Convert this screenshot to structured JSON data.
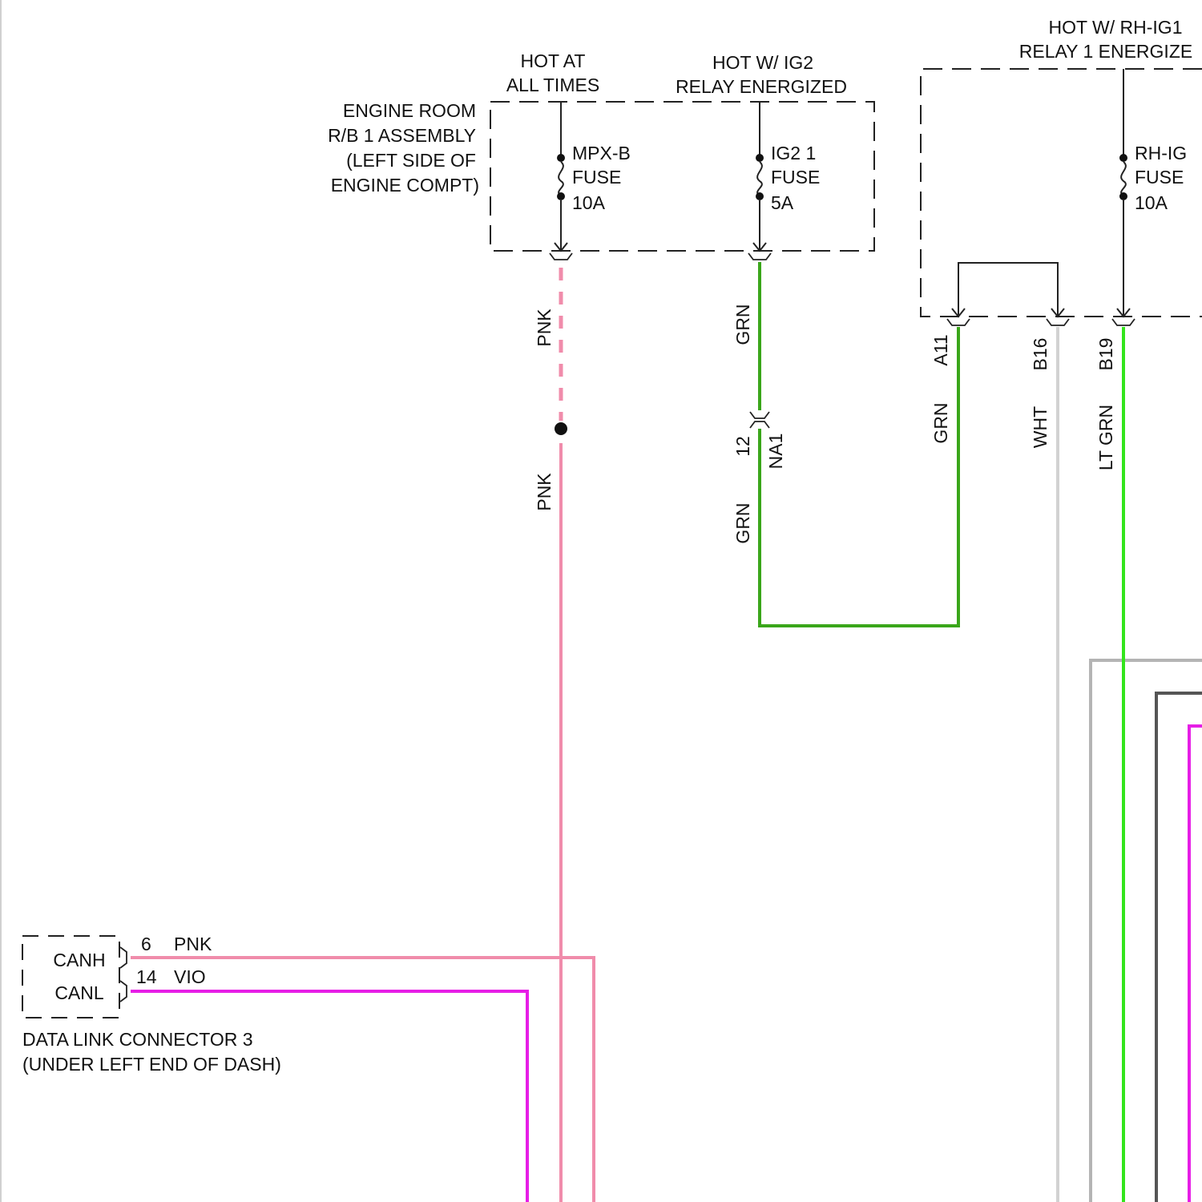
{
  "colors": {
    "pnk": "#f08cab",
    "grn": "#3aa61a",
    "lt_grn": "#33e51c",
    "wht": "#d2d2d2",
    "vio": "#e61ee6",
    "gray": "#b4b4b4",
    "dark_gray": "#555555",
    "black": "#222222"
  },
  "icons": {
    "fuse": "fuse-icon",
    "connector": "connector-icon",
    "splice": "splice-dot-icon"
  },
  "power_labels": {
    "hot_at_all_times": [
      "HOT AT",
      "ALL TIMES"
    ],
    "hot_ig2": [
      "HOT W/ IG2",
      "RELAY ENERGIZED"
    ],
    "hot_rh_ig1": [
      "HOT W/ RH-IG1",
      "RELAY 1 ENERGIZE"
    ]
  },
  "engine_room_rb": {
    "lines": [
      "ENGINE ROOM",
      "R/B 1 ASSEMBLY",
      "(LEFT SIDE OF",
      "ENGINE COMPT)"
    ]
  },
  "fuses": {
    "mpx_b": [
      "MPX-B",
      "FUSE",
      "10A"
    ],
    "ig2_1": [
      "IG2 1",
      "FUSE",
      "5A"
    ],
    "rh_ig": [
      "RH-IG",
      "FUSE",
      "10A"
    ]
  },
  "wire_labels": {
    "pnk_upper": "PNK",
    "pnk_lower": "PNK",
    "grn_upper": "GRN",
    "grn_lower": "GRN",
    "grn_right": "GRN",
    "wht": "WHT",
    "lt_grn": "LT GRN"
  },
  "pins": {
    "a11": "A11",
    "b16": "B16",
    "b19": "B19",
    "na1_pin": "12",
    "na1_name": "NA1"
  },
  "dlc": {
    "canh": "CANH",
    "canl": "CANL",
    "canh_pin": "6",
    "canh_color": "PNK",
    "canl_pin": "14",
    "canl_color": "VIO",
    "title": [
      "DATA LINK CONNECTOR 3",
      "(UNDER LEFT END OF DASH)"
    ]
  }
}
